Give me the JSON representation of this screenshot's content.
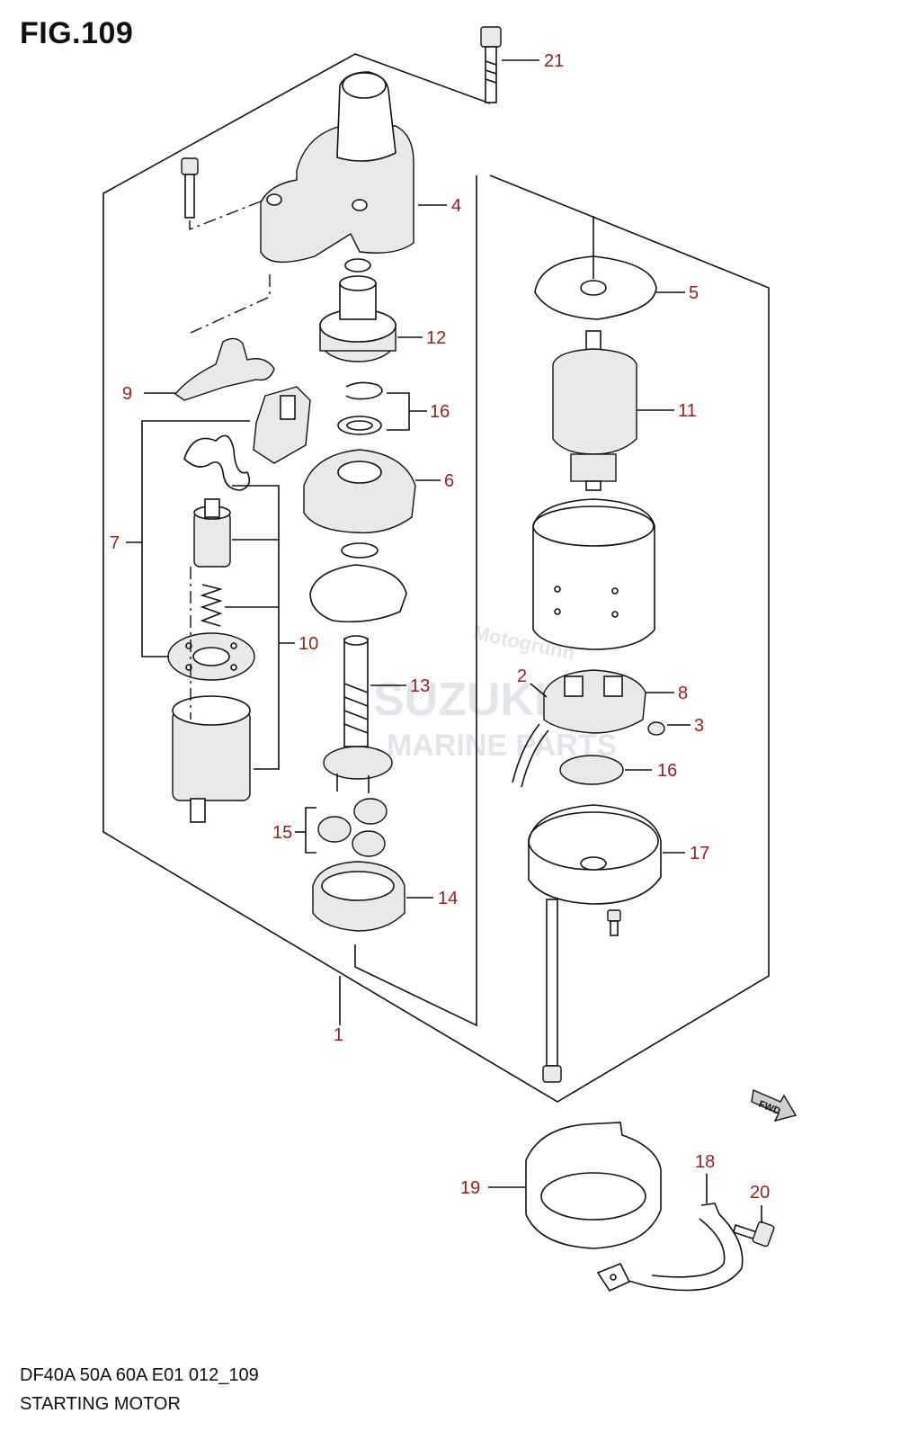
{
  "figure": {
    "title": "FIG.109",
    "model_code": "DF40A 50A 60A E01 012_109",
    "name": "STARTING MOTOR"
  },
  "callouts": {
    "c1": "1",
    "c2": "2",
    "c3": "3",
    "c4": "4",
    "c5": "5",
    "c6": "6",
    "c7": "7",
    "c8": "8",
    "c9": "9",
    "c10": "10",
    "c11": "11",
    "c12": "12",
    "c13": "13",
    "c14": "14",
    "c15": "15",
    "c16a": "16",
    "c16b": "16",
    "c17": "17",
    "c18": "18",
    "c19": "19",
    "c20": "20",
    "c21": "21"
  },
  "direction_badge": "FWD",
  "watermark": {
    "brand": "SUZUKI",
    "sub": "MARINE PARTS",
    "site": "Motogrunn"
  },
  "colors": {
    "callout": "#9b1c1c",
    "line": "#111111"
  }
}
